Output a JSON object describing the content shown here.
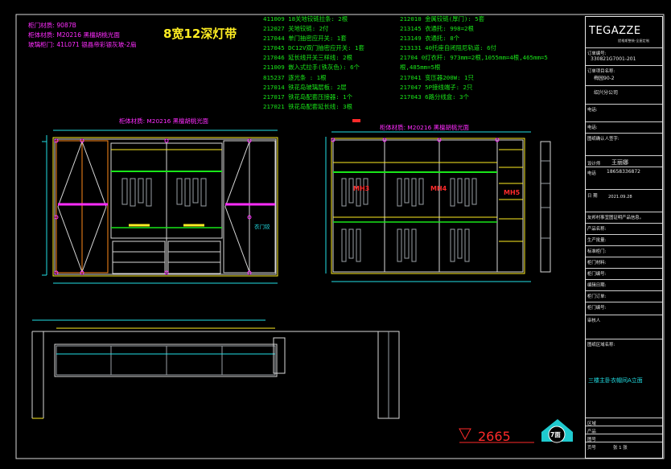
{
  "header_title": "8宽12深灯带",
  "materials_left": [
    "柜门材质: 9087B",
    "柜体材质: M20216 黑檀胡桃光面",
    "玻璃柜门: 41L071 银晶帝彩银灰玻-2扇"
  ],
  "spec_col1": [
    "411009  18关地铰链拉条: 2根",
    "212027  关地铰链: 2付",
    "217044  单门抽密应开关: 1套",
    "217045  DC12V双门抽密应开关: 1套",
    "217046  延长线开关三样线: 2根",
    "211009  嵌入式拉手(铁灰色): 6个",
    "815237  逐光条  : 1根",
    "217014  铁花岛玻璃层板: 2层",
    "217017  铁花岛配套压接器: 1个",
    "217021  铁花岛配套延长线: 3根"
  ],
  "spec_col2": [
    "212010  金属铰链(厚门): 5套",
    "213145  衣通托: 998=2根",
    "213149  衣通托: 8个",
    "213131  40托座自闭阻尼轨道: 6付",
    "21704 0灯衣杆: 973mm=2根,1055mm=4根,465mm=5",
    "根,485mm=5根",
    "217041  变压器200W: 1只",
    "217047  5P接线端子: 2只",
    "217043  6路分线盒: 3个"
  ],
  "elev_left_label": "柜体材质: M20216 黑檀胡桃光面",
  "elev_right_label": "柜体材质: M20216 黑檀胡桃光面",
  "door_note": "衣门铰",
  "mh_labels": [
    "MH3",
    "MH4",
    "MH5"
  ],
  "elevation_mark": "2665",
  "view_badge": "7面",
  "title_block": {
    "brand": "TEGAZZE",
    "brand_sub": "提格斯整装·全屋定制",
    "rows": [
      {
        "label": "订单编号:",
        "value": "330821G7001-201"
      },
      {
        "label": "订单项目名称:",
        "value": "梅园90-2"
      },
      {
        "label": "",
        "value": "绍兴分公司"
      },
      {
        "label": "电话:",
        "value": ""
      },
      {
        "label": "电话:",
        "value": ""
      },
      {
        "label": "图纸确认人签字:",
        "value": ""
      },
      {
        "label": "设计师",
        "value": "王丽娜"
      },
      {
        "label": "电话",
        "value": "18658336872"
      },
      {
        "label": "日 期",
        "value": "2021.09.28"
      },
      {
        "label": "友邦村事宜图证明产品信息。",
        "value": ""
      },
      {
        "label": "产品名称:",
        "value": ""
      },
      {
        "label": "生产批量:",
        "value": ""
      },
      {
        "label": "标准柜门:",
        "value": ""
      },
      {
        "label": "柜门材料:",
        "value": ""
      },
      {
        "label": "柜门编号:",
        "value": ""
      },
      {
        "label": "编辑日期:",
        "value": ""
      },
      {
        "label": "柜门订单:",
        "value": ""
      },
      {
        "label": "柜门编号:",
        "value": ""
      },
      {
        "label": "审核人",
        "value": ""
      },
      {
        "label": "图纸区域名称:",
        "value": ""
      },
      {
        "label": "",
        "value": "三楼主卧衣帽间A立面"
      },
      {
        "label": "区域",
        "value": ""
      },
      {
        "label": "产品",
        "value": ""
      },
      {
        "label": "图号",
        "value": ""
      },
      {
        "label": "页号",
        "value": "张 1 张"
      }
    ]
  },
  "colors": {
    "background": "#000000",
    "green": "#19e619",
    "magenta": "#ff2dff",
    "yellow": "#ffee22",
    "cyan": "#22e0e6",
    "red": "#ff2a2a",
    "white": "#e8e8e8",
    "orange": "#ff8a1a",
    "blue": "#4a6cff"
  }
}
